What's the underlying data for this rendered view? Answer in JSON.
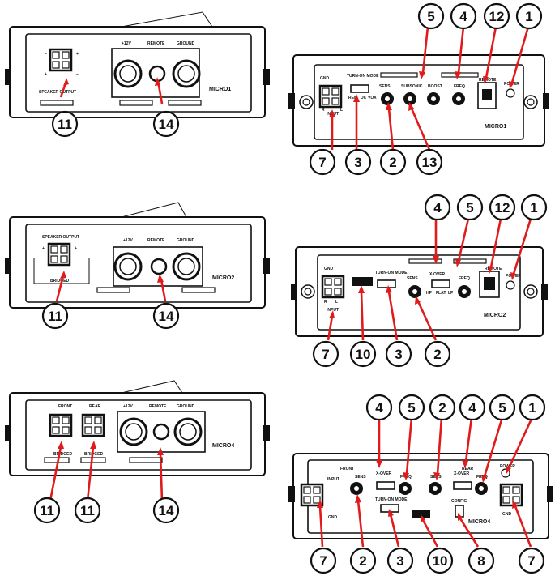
{
  "micro1": {
    "front": {
      "labels": {
        "speaker_output": "SPEAKER OUTPUT",
        "plus12v": "+12V",
        "remote": "REMOTE",
        "ground": "GROUND",
        "model": "MICRO1"
      },
      "callouts": [
        "11",
        "14"
      ]
    },
    "rear": {
      "labels": {
        "gnd": "GND",
        "turnon_mode": "TURN-ON MODE",
        "rem": "REM",
        "dc": "DC",
        "vox": "VOX",
        "sens": "SENS",
        "subsonic": "SUBSONIC",
        "boost": "BOOST",
        "freq": "FREQ",
        "remote": "REMOTE",
        "power": "POWER",
        "input": "INPUT",
        "r": "R",
        "l": "L",
        "model": "MICRO1"
      },
      "callouts_top": [
        "5",
        "4",
        "12",
        "1"
      ],
      "callouts_bottom": [
        "7",
        "3",
        "2",
        "13"
      ]
    }
  },
  "micro2": {
    "front": {
      "labels": {
        "speaker_output": "SPEAKER OUTPUT",
        "bridged": "BRIDGED",
        "plus12v": "+12V",
        "remote": "REMOTE",
        "ground": "GROUND",
        "model": "MICRO2"
      },
      "callouts": [
        "11",
        "14"
      ]
    },
    "rear": {
      "labels": {
        "gnd": "GND",
        "turnon_mode": "TURN-ON MODE",
        "sens": "SENS",
        "xover": "X-OVER",
        "hp": "HP",
        "flat": "FLAT",
        "lp": "LP",
        "freq": "FREQ",
        "remote": "REMOTE",
        "power": "POWER",
        "input": "INPUT",
        "r": "R",
        "l": "L",
        "model": "MICRO2"
      },
      "callouts_top": [
        "4",
        "5",
        "12",
        "1"
      ],
      "callouts_bottom": [
        "7",
        "10",
        "3",
        "2"
      ]
    }
  },
  "micro4": {
    "front": {
      "labels": {
        "front": "FRONT",
        "rear": "REAR",
        "bridged": "BRIDGED",
        "plus12v": "+12V",
        "remote": "REMOTE",
        "ground": "GROUND",
        "model": "MICRO4"
      },
      "callouts": [
        "11",
        "11",
        "14"
      ]
    },
    "rear": {
      "labels": {
        "input": "INPUT",
        "gnd": "GND",
        "front": "FRONT",
        "rear": "REAR",
        "sens": "SENS",
        "xover": "X-OVER",
        "freq": "FREQ",
        "turnon_mode": "TURN-ON MODE",
        "config": "CONFIG",
        "power": "POWER",
        "model": "MICRO4"
      },
      "callouts_top": [
        "4",
        "5",
        "2",
        "4",
        "5",
        "1"
      ],
      "callouts_bottom": [
        "7",
        "2",
        "3",
        "10",
        "8",
        "7"
      ]
    }
  }
}
